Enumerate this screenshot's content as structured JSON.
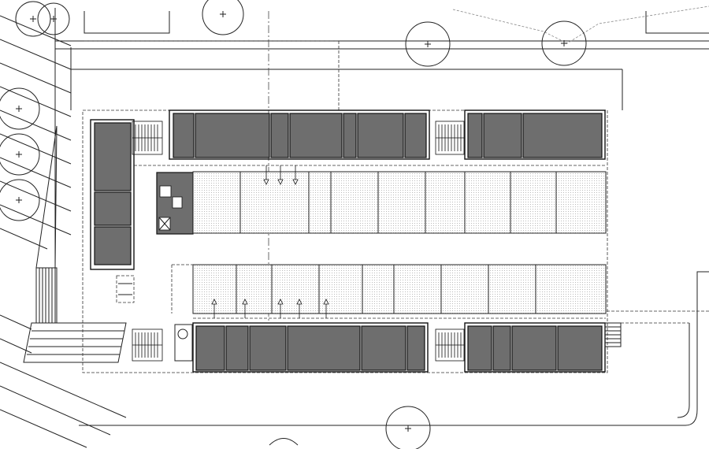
{
  "drawing": {
    "colors": {
      "line": "#111111",
      "room_fill": "#6e6e6e",
      "courtyard_dots": "#9a9a9a",
      "background": "#ffffff"
    },
    "icons": [
      "tree-symbol",
      "stair-symbol",
      "elevator-symbol",
      "arrow-marker"
    ]
  }
}
